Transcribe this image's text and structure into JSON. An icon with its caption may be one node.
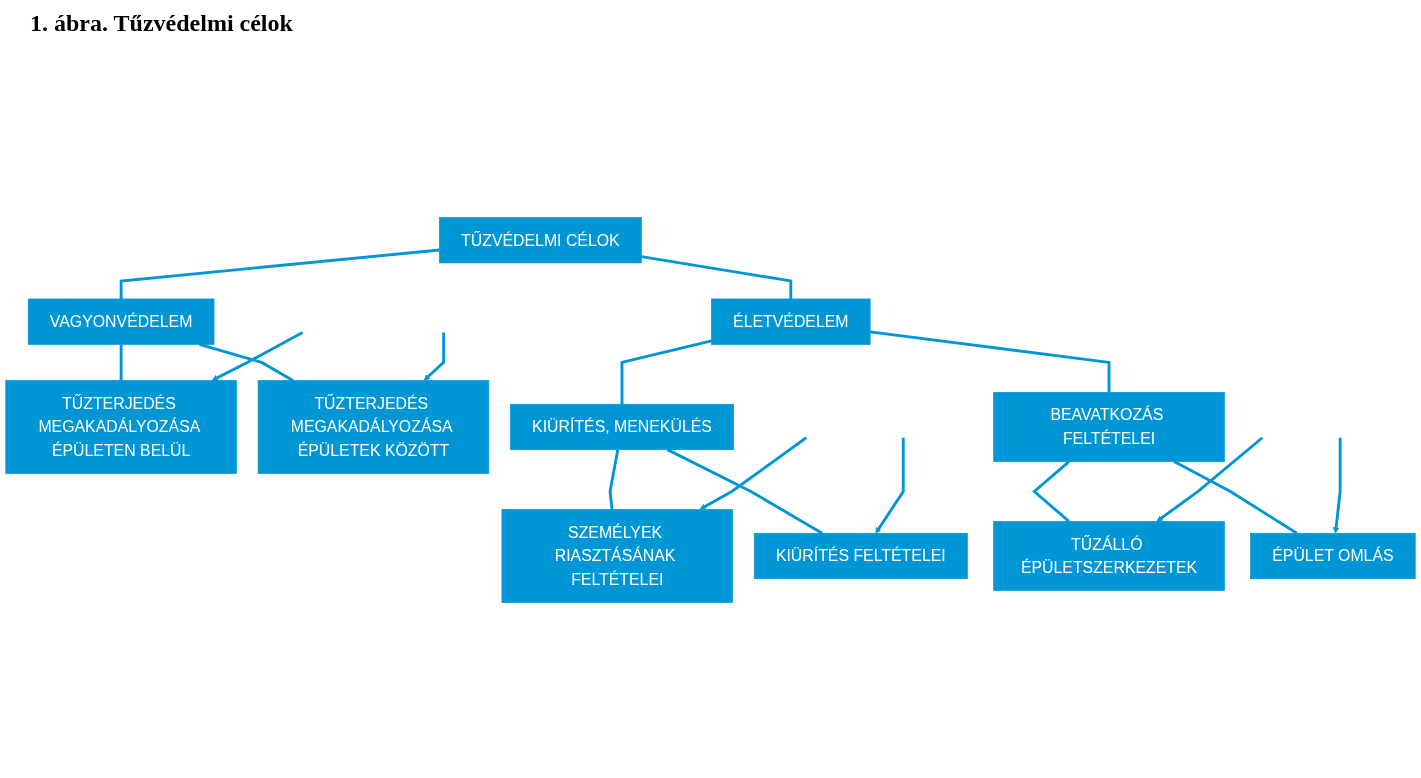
{
  "diagram": {
    "title": "1. ábra. Tűzvédelmi célok",
    "nodes": [
      {
        "text": [
          "TŰZVÉDELMI CÉLOK"
        ]
      },
      {
        "text": [
          "ÉLETVÉDELEM"
        ]
      },
      {
        "text": [
          "VAGYONVÉDELEM"
        ]
      },
      {
        "text": [
          "TŰZTERJEDÉS MEGAKADÁLYOZÁSA ÉPÜLETEN BELÜL"
        ]
      },
      {
        "text": [
          "TŰZTERJEDÉS MEGAKADÁLYOZÁSA ÉPÜLETEK KÖZÖTT"
        ]
      },
      {
        "text": [
          "KIÜRÍTÉS, MENEKÜLÉS"
        ]
      },
      {
        "text": [
          "BEAVATKOZÁS FELTÉTELEI"
        ]
      },
      {
        "text": [
          "SZEMÉLYEK RIASZTÁSÁNAK FELTÉTELEI"
        ]
      },
      {
        "text": [
          "KIÜRÍTÉS FELTÉTELEI"
        ]
      },
      {
        "text": [
          "TŰZÁLLÓ ÉPÜLETSZERKEZETEK"
        ]
      },
      {
        "text": [
          "ÉPÜLET OMLÁS"
        ]
      }
    ],
    "edges": [
      {
        "from": 0,
        "to": 1,
        "arrow": "none"
      },
      {
        "from": 0,
        "to": 2,
        "arrow": "none"
      },
      {
        "from": 2,
        "to": 3,
        "arrow": "none"
      },
      {
        "from": 2,
        "to": 4,
        "arrow": "none"
      },
      {
        "from": 1,
        "to": 5,
        "arrow": "none"
      },
      {
        "from": 1,
        "to": 6,
        "arrow": "none"
      },
      {
        "from": 5,
        "to": 7,
        "arrow": "none"
      },
      {
        "from": 5,
        "to": 8,
        "arrow": "none"
      },
      {
        "from": 6,
        "to": 9,
        "arrow": "none"
      },
      {
        "from": 6,
        "to": 10,
        "arrow": "none"
      },
      {
        "from": null,
        "to": 3,
        "arrow": "to"
      },
      {
        "from": null,
        "to": 4,
        "arrow": "to"
      },
      {
        "from": null,
        "to": 7,
        "arrow": "to"
      },
      {
        "from": null,
        "to": 8,
        "arrow": "to"
      },
      {
        "from": null,
        "to": 9,
        "arrow": "to"
      },
      {
        "from": null,
        "to": 10,
        "arrow": "to"
      }
    ]
  }
}
